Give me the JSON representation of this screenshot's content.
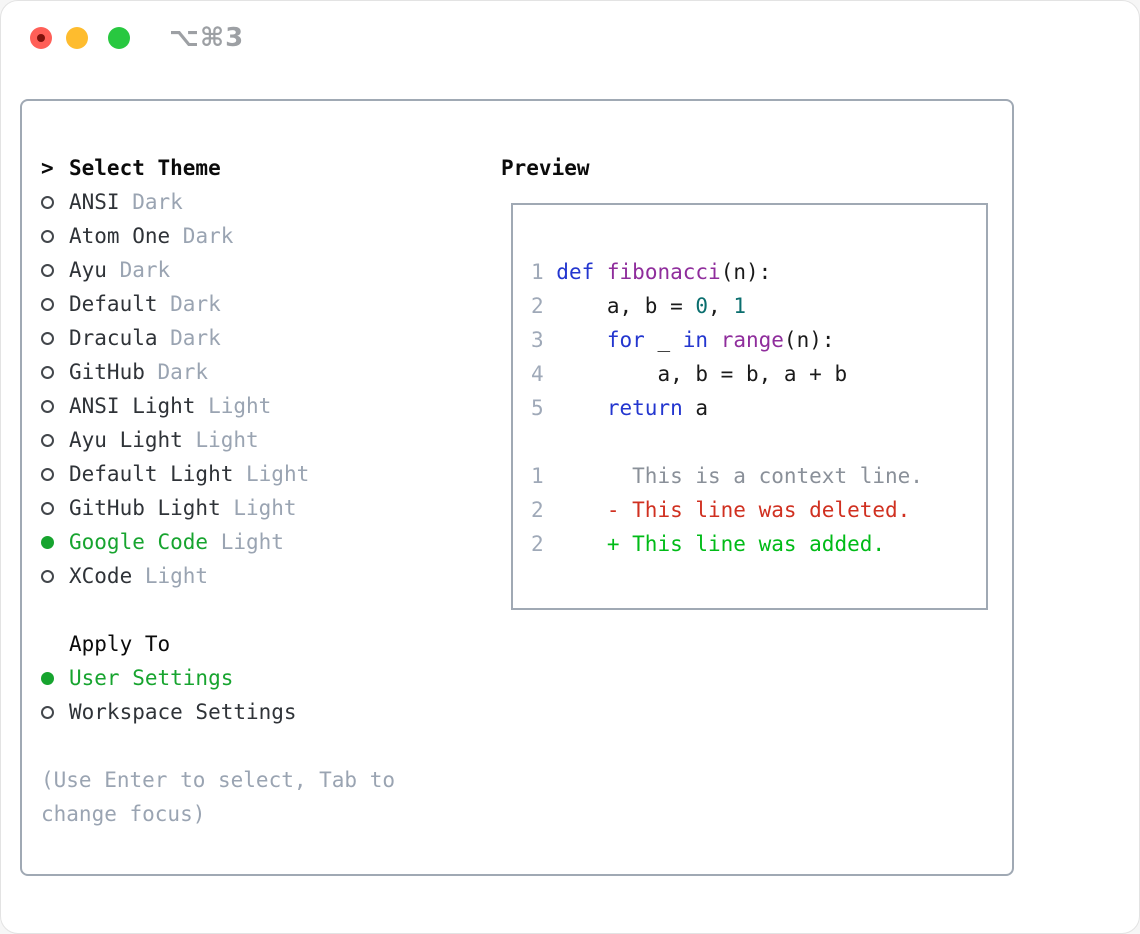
{
  "window": {
    "title": "⌥⌘3",
    "traffic_lights": [
      "close",
      "minimize",
      "zoom"
    ]
  },
  "colors": {
    "accent_green": "#17a42f",
    "muted_gray": "#9aa4b2",
    "theme_text": "#2f3338",
    "border_gray": "#a0a9b4",
    "keyword_blue": "#2336cf",
    "function_purple": "#8f2d9c",
    "number_teal": "#0a6e6e",
    "context_gray": "#8a9099",
    "deleted_red": "#d03020",
    "added_green": "#00bb17",
    "traffic_red": "#ff5f57",
    "traffic_yellow": "#febc2e",
    "traffic_green": "#28c840"
  },
  "theme_panel": {
    "header": {
      "prompt": ">",
      "label": "Select Theme"
    },
    "themes": [
      {
        "name": "ANSI",
        "variant": "Dark",
        "selected": false
      },
      {
        "name": "Atom One",
        "variant": "Dark",
        "selected": false
      },
      {
        "name": "Ayu",
        "variant": "Dark",
        "selected": false
      },
      {
        "name": "Default",
        "variant": "Dark",
        "selected": false
      },
      {
        "name": "Dracula",
        "variant": "Dark",
        "selected": false
      },
      {
        "name": "GitHub",
        "variant": "Dark",
        "selected": false
      },
      {
        "name": "ANSI Light",
        "variant": "Light",
        "selected": false
      },
      {
        "name": "Ayu Light",
        "variant": "Light",
        "selected": false
      },
      {
        "name": "Default Light",
        "variant": "Light",
        "selected": false
      },
      {
        "name": "GitHub Light",
        "variant": "Light",
        "selected": false
      },
      {
        "name": "Google Code",
        "variant": "Light",
        "selected": true
      },
      {
        "name": "XCode",
        "variant": "Light",
        "selected": false
      }
    ],
    "apply_to": {
      "label": "Apply To",
      "options": [
        {
          "name": "User Settings",
          "selected": true
        },
        {
          "name": "Workspace Settings",
          "selected": false
        }
      ]
    },
    "help_text": "(Use Enter to select, Tab to change focus)"
  },
  "preview": {
    "label": "Preview",
    "lines": [
      {
        "num": "1",
        "segments": [
          {
            "t": "def",
            "s": "kw"
          },
          {
            "t": " ",
            "s": "pl"
          },
          {
            "t": "fibonacci",
            "s": "fn"
          },
          {
            "t": "(n):",
            "s": "pl"
          }
        ]
      },
      {
        "num": "2",
        "segments": [
          {
            "t": "    a, b = ",
            "s": "pl"
          },
          {
            "t": "0",
            "s": "num"
          },
          {
            "t": ", ",
            "s": "pl"
          },
          {
            "t": "1",
            "s": "num"
          }
        ]
      },
      {
        "num": "3",
        "segments": [
          {
            "t": "    ",
            "s": "pl"
          },
          {
            "t": "for",
            "s": "kw"
          },
          {
            "t": " _ ",
            "s": "pl"
          },
          {
            "t": "in",
            "s": "kw"
          },
          {
            "t": " ",
            "s": "pl"
          },
          {
            "t": "range",
            "s": "fn"
          },
          {
            "t": "(n):",
            "s": "pl"
          }
        ]
      },
      {
        "num": "4",
        "segments": [
          {
            "t": "        a, b = b, a + b",
            "s": "pl"
          }
        ]
      },
      {
        "num": "5",
        "segments": [
          {
            "t": "    ",
            "s": "pl"
          },
          {
            "t": "return",
            "s": "kw"
          },
          {
            "t": " a",
            "s": "pl"
          }
        ]
      },
      {
        "num": "",
        "segments": []
      },
      {
        "num": "1",
        "segments": [
          {
            "t": "      This is a context line.",
            "s": "ctx"
          }
        ]
      },
      {
        "num": "2",
        "segments": [
          {
            "t": "    - This line was deleted.",
            "s": "del"
          }
        ]
      },
      {
        "num": "2",
        "segments": [
          {
            "t": "    + This line was added.",
            "s": "add"
          }
        ]
      }
    ]
  }
}
